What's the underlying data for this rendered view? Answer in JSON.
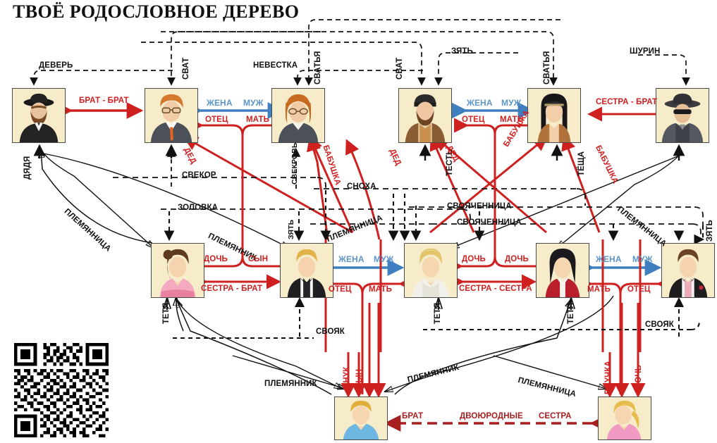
{
  "title": "ТВОЁ РОДОСЛОВНОЕ ДЕРЕВО",
  "colors": {
    "red": "#cf2020",
    "dark_red": "#a81f1f",
    "blue": "#5c95c6",
    "black": "#111111",
    "card_fill": "#f7ecc9",
    "card_border": "#4a4a4a"
  },
  "people": [
    {
      "id": "p1",
      "row": "top",
      "name": "uncle-husband-brother",
      "avatar": "man-black-hat-beard"
    },
    {
      "id": "p2",
      "row": "top",
      "name": "father-in-law-glasses",
      "avatar": "man-glasses-orange-hair"
    },
    {
      "id": "p3",
      "row": "top",
      "name": "mother-in-law-glasses",
      "avatar": "woman-glasses-orange-hair"
    },
    {
      "id": "p4",
      "row": "top",
      "name": "father-bearded",
      "avatar": "man-bandana-beard"
    },
    {
      "id": "p5",
      "row": "top",
      "name": "mother-dark-hair",
      "avatar": "woman-black-long-hair"
    },
    {
      "id": "p6",
      "row": "top",
      "name": "uncle-hat-sunglasses",
      "avatar": "man-fedora-sunglasses"
    },
    {
      "id": "p7",
      "row": "mid",
      "name": "sister-in-law-pink",
      "avatar": "woman-brown-updo-pink-dress"
    },
    {
      "id": "p8",
      "row": "mid",
      "name": "husband-tuxedo",
      "avatar": "man-blond-tuxedo"
    },
    {
      "id": "p9",
      "row": "mid",
      "name": "you-wife-blonde",
      "avatar": "woman-blonde-braid-white"
    },
    {
      "id": "p10",
      "row": "mid",
      "name": "sister-red-jacket",
      "avatar": "woman-black-hair-red-jacket"
    },
    {
      "id": "p11",
      "row": "mid",
      "name": "brother-in-law-suit",
      "avatar": "man-brown-hair-suit"
    },
    {
      "id": "p12",
      "row": "bottom",
      "name": "grandson-boy",
      "avatar": "boy-blond-blue-shirt"
    },
    {
      "id": "p13",
      "row": "bottom",
      "name": "granddaughter-girl",
      "avatar": "girl-blonde-pink-shirt"
    }
  ],
  "labels": {
    "top_dashed": [
      {
        "text": "ДЕВЕРЬ",
        "orient": "h"
      },
      {
        "text": "СВАТ",
        "orient": "v"
      },
      {
        "text": "НЕВЕСТКА",
        "orient": "h"
      },
      {
        "text": "СВАТЬЯ",
        "orient": "v"
      },
      {
        "text": "СВАТ",
        "orient": "v"
      },
      {
        "text": "ЗЯТЬ",
        "orient": "h"
      },
      {
        "text": "СВАТЬЯ",
        "orient": "v"
      },
      {
        "text": "ШУРИН",
        "orient": "h"
      }
    ],
    "top_row_relations": [
      {
        "text": "БРАТ - БРАТ",
        "color": "red"
      },
      {
        "text": "ЖЕНА",
        "color": "blue"
      },
      {
        "text": "МУЖ",
        "color": "blue"
      },
      {
        "text": "ОТЕЦ",
        "color": "red"
      },
      {
        "text": "МАТЬ",
        "color": "red"
      },
      {
        "text": "ЖЕНА",
        "color": "blue"
      },
      {
        "text": "МУЖ",
        "color": "blue"
      },
      {
        "text": "ОТЕЦ",
        "color": "red"
      },
      {
        "text": "МАТЬ",
        "color": "red"
      },
      {
        "text": "СЕСТРА - БРАТ",
        "color": "red"
      }
    ],
    "mid_row_relations": [
      {
        "text": "ДОЧЬ",
        "color": "red"
      },
      {
        "text": "СЫН",
        "color": "red"
      },
      {
        "text": "СЕСТРА - БРАТ",
        "color": "red"
      },
      {
        "text": "ЖЕНА",
        "color": "blue"
      },
      {
        "text": "МУЖ",
        "color": "blue"
      },
      {
        "text": "ОТЕЦ",
        "color": "red"
      },
      {
        "text": "МАТЬ",
        "color": "red"
      },
      {
        "text": "ДОЧЬ",
        "color": "red"
      },
      {
        "text": "ДОЧЬ",
        "color": "red"
      },
      {
        "text": "СЕСТРА - СЕСТРА",
        "color": "red"
      },
      {
        "text": "ЖЕНА",
        "color": "blue"
      },
      {
        "text": "МУЖ",
        "color": "blue"
      },
      {
        "text": "МАТЬ",
        "color": "red"
      },
      {
        "text": "ОТЕЦ",
        "color": "red"
      }
    ],
    "vertical_black": [
      "ДЯДЯ",
      "СВЕКРОВЬ",
      "ЗЯТЬ",
      "ТЕСТЬ",
      "ТЁЩА",
      "ЗЯТЬ",
      "ТЕТЯ",
      "ТЕТЯ",
      "ТЕТЯ"
    ],
    "vertical_red": [
      "ДЕД",
      "БАБУШКА",
      "ДЕД",
      "ДЕД",
      "БАБУШКА",
      "БАБУШКА",
      "ВНУК",
      "СЫН",
      "ВНУЧКА",
      "ДОЧЬ"
    ],
    "dashed_middle": [
      "СВЕКОР",
      "СНОХА",
      "ЗОЛОВКА",
      "СВОЯЧЕННИЦА",
      "СВОЯЧЕННИЦА",
      "СВОЯК",
      "СВОЯК"
    ],
    "diagonal_black": [
      "ПЛЕМЯННИЦА",
      "ПЛЕМЯННИК",
      "ПЛЕМЯННИЦА",
      "ПЛЕМЯННИЦА",
      "ПЛЕМЯННИК",
      "ПЛЕМЯННИК",
      "ПЛЕМЯННИЦА"
    ],
    "bottom_relation": {
      "left": "БРАТ",
      "middle": "ДВОЮРОДНЫЕ",
      "right": "СЕСТРА"
    }
  }
}
